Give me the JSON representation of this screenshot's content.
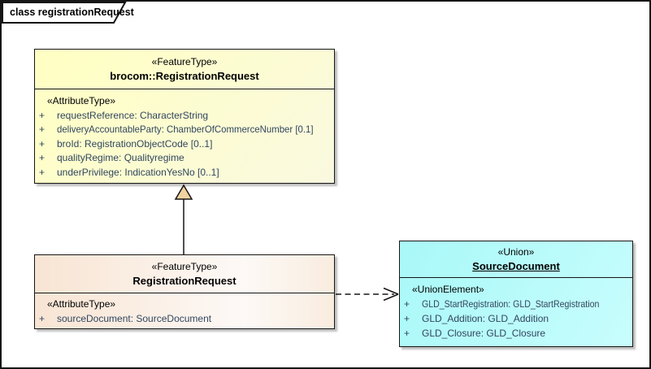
{
  "frame": {
    "label": "class registrationRequest"
  },
  "colors": {
    "border": "#161616",
    "yellow_light": "#ffffc2",
    "yellow_dark": "#faf9e0",
    "peach_dark": "#f8e4d3",
    "peach_mid": "#f9ecdf",
    "peach_light": "#fdf9f6",
    "cyan_dark": "#a9f8f8",
    "cyan_light": "#c8fdfd",
    "attr_text": "#31465f",
    "triangle_fill": "#f0d2a0",
    "shadow": "rgba(125,125,125,0.5)"
  },
  "boxes": {
    "brocom": {
      "stereotype": "«FeatureType»",
      "name": "brocom::RegistrationRequest",
      "attr_stereotype": "«AttributeType»",
      "attributes": [
        {
          "vis": "+",
          "text": "requestReference: CharacterString"
        },
        {
          "vis": "+",
          "text": "deliveryAccountableParty: ChamberOfCommerceNumber [0.1]"
        },
        {
          "vis": "+",
          "text": "broId: RegistrationObjectCode [0..1]"
        },
        {
          "vis": "+",
          "text": "qualityRegime: Qualityregime"
        },
        {
          "vis": "+",
          "text": "underPrivilege: IndicationYesNo [0..1]"
        }
      ]
    },
    "child": {
      "stereotype": "«FeatureType»",
      "name": "RegistrationRequest",
      "attr_stereotype": "«AttributeType»",
      "attributes": [
        {
          "vis": "+",
          "text": "sourceDocument: SourceDocument"
        }
      ]
    },
    "source": {
      "stereotype": "«Union»",
      "name": "SourceDocument",
      "attr_stereotype": "«UnionElement»",
      "attributes": [
        {
          "vis": "+",
          "text": "GLD_StartRegistration: GLD_StartRegistration"
        },
        {
          "vis": "+",
          "text": "GLD_Addition: GLD_Addition"
        },
        {
          "vis": "+",
          "text": "GLD_Closure: GLD_Closure"
        }
      ]
    }
  },
  "relationships": [
    {
      "type": "generalization",
      "from": "RegistrationRequest",
      "to": "brocom::RegistrationRequest",
      "line_style": "solid"
    },
    {
      "type": "dependency",
      "from": "RegistrationRequest",
      "to": "SourceDocument",
      "line_style": "dashed"
    }
  ]
}
